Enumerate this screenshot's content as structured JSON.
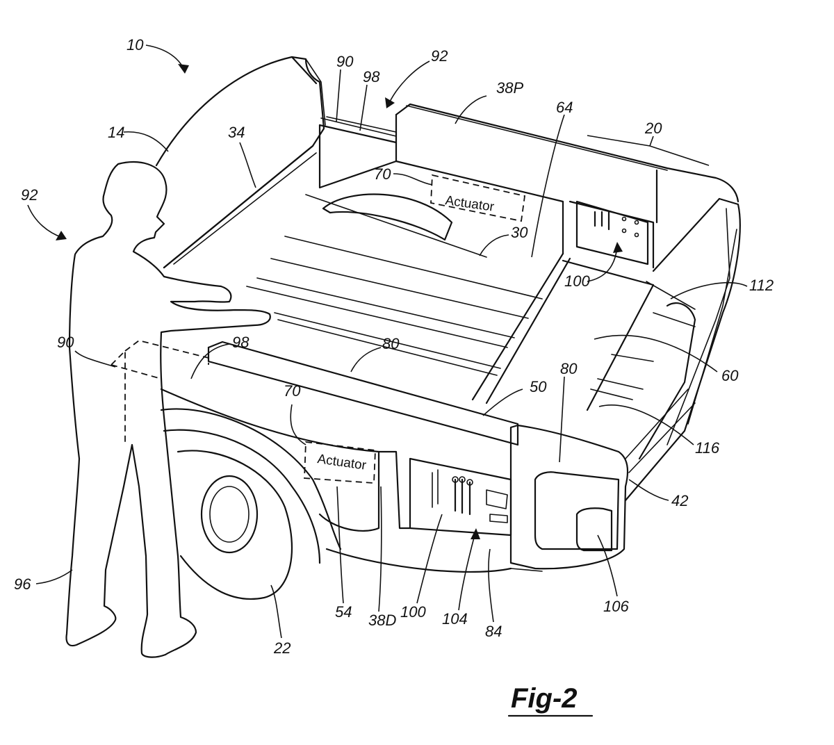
{
  "figure_label": "Fig-2",
  "actuator_boxes": [
    {
      "id": "upper",
      "text": "Actuator"
    },
    {
      "id": "lower",
      "text": "Actuator"
    }
  ],
  "reference_numerals": [
    {
      "id": "ref-10",
      "text": "10"
    },
    {
      "id": "ref-14",
      "text": "14"
    },
    {
      "id": "ref-92-left",
      "text": "92"
    },
    {
      "id": "ref-92-top",
      "text": "92"
    },
    {
      "id": "ref-34",
      "text": "34"
    },
    {
      "id": "ref-90-top",
      "text": "90"
    },
    {
      "id": "ref-98-top",
      "text": "98"
    },
    {
      "id": "ref-38p",
      "text": "38P"
    },
    {
      "id": "ref-64",
      "text": "64"
    },
    {
      "id": "ref-20",
      "text": "20"
    },
    {
      "id": "ref-70-top",
      "text": "70"
    },
    {
      "id": "ref-30",
      "text": "30"
    },
    {
      "id": "ref-100-top",
      "text": "100"
    },
    {
      "id": "ref-112",
      "text": "112"
    },
    {
      "id": "ref-90-left",
      "text": "90"
    },
    {
      "id": "ref-98-mid",
      "text": "98"
    },
    {
      "id": "ref-80-mid",
      "text": "80"
    },
    {
      "id": "ref-80-right",
      "text": "80"
    },
    {
      "id": "ref-50",
      "text": "50"
    },
    {
      "id": "ref-60",
      "text": "60"
    },
    {
      "id": "ref-70-bottom",
      "text": "70"
    },
    {
      "id": "ref-116",
      "text": "116"
    },
    {
      "id": "ref-42",
      "text": "42"
    },
    {
      "id": "ref-96",
      "text": "96"
    },
    {
      "id": "ref-22",
      "text": "22"
    },
    {
      "id": "ref-54",
      "text": "54"
    },
    {
      "id": "ref-38d",
      "text": "38D"
    },
    {
      "id": "ref-100-bottom",
      "text": "100"
    },
    {
      "id": "ref-104",
      "text": "104"
    },
    {
      "id": "ref-84",
      "text": "84"
    },
    {
      "id": "ref-106",
      "text": "106"
    }
  ]
}
